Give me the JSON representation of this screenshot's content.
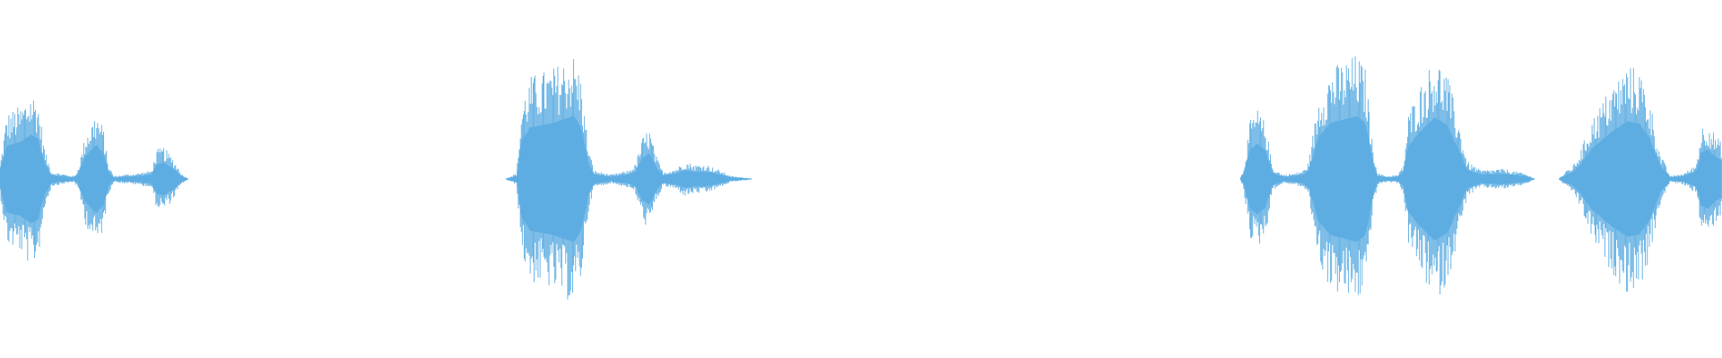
{
  "waveform": {
    "color": "#5dade2",
    "background": "#ffffff",
    "segments": [
      {
        "start": 0.0,
        "end": 0.11,
        "envelope": [
          [
            0.0,
            0.1
          ],
          [
            0.004,
            0.45
          ],
          [
            0.012,
            0.5
          ],
          [
            0.018,
            0.6
          ],
          [
            0.022,
            0.55
          ],
          [
            0.026,
            0.2
          ],
          [
            0.03,
            0.05
          ],
          [
            0.043,
            0.02
          ],
          [
            0.045,
            0.06
          ],
          [
            0.05,
            0.32
          ],
          [
            0.056,
            0.46
          ],
          [
            0.06,
            0.35
          ],
          [
            0.063,
            0.1
          ],
          [
            0.066,
            0.02
          ],
          [
            0.072,
            0.03
          ],
          [
            0.08,
            0.04
          ],
          [
            0.088,
            0.06
          ],
          [
            0.091,
            0.2
          ],
          [
            0.095,
            0.22
          ],
          [
            0.1,
            0.15
          ],
          [
            0.106,
            0.03
          ],
          [
            0.11,
            0.0
          ]
        ]
      },
      {
        "start": 0.293,
        "end": 0.44,
        "envelope": [
          [
            0.293,
            0.0
          ],
          [
            0.3,
            0.04
          ],
          [
            0.303,
            0.52
          ],
          [
            0.308,
            0.7
          ],
          [
            0.32,
            0.75
          ],
          [
            0.333,
            0.85
          ],
          [
            0.337,
            0.72
          ],
          [
            0.342,
            0.2
          ],
          [
            0.345,
            0.06
          ],
          [
            0.355,
            0.03
          ],
          [
            0.365,
            0.06
          ],
          [
            0.369,
            0.1
          ],
          [
            0.373,
            0.28
          ],
          [
            0.377,
            0.35
          ],
          [
            0.381,
            0.16
          ],
          [
            0.385,
            0.05
          ],
          [
            0.392,
            0.07
          ],
          [
            0.398,
            0.12
          ],
          [
            0.403,
            0.1
          ],
          [
            0.41,
            0.1
          ],
          [
            0.418,
            0.06
          ],
          [
            0.425,
            0.02
          ],
          [
            0.44,
            0.0
          ]
        ]
      },
      {
        "start": 0.72,
        "end": 1.0,
        "envelope": [
          [
            0.72,
            0.0
          ],
          [
            0.722,
            0.06
          ],
          [
            0.726,
            0.4
          ],
          [
            0.73,
            0.48
          ],
          [
            0.735,
            0.38
          ],
          [
            0.739,
            0.08
          ],
          [
            0.745,
            0.03
          ],
          [
            0.752,
            0.04
          ],
          [
            0.757,
            0.06
          ],
          [
            0.76,
            0.12
          ],
          [
            0.766,
            0.58
          ],
          [
            0.773,
            0.76
          ],
          [
            0.788,
            0.85
          ],
          [
            0.793,
            0.75
          ],
          [
            0.797,
            0.25
          ],
          [
            0.8,
            0.04
          ],
          [
            0.806,
            0.02
          ],
          [
            0.812,
            0.03
          ],
          [
            0.815,
            0.1
          ],
          [
            0.818,
            0.45
          ],
          [
            0.824,
            0.62
          ],
          [
            0.833,
            0.83
          ],
          [
            0.84,
            0.74
          ],
          [
            0.848,
            0.35
          ],
          [
            0.852,
            0.12
          ],
          [
            0.86,
            0.06
          ],
          [
            0.873,
            0.07
          ],
          [
            0.885,
            0.04
          ],
          [
            0.892,
            0.0
          ],
          [
            0.905,
            0.0
          ],
          [
            0.91,
            0.06
          ],
          [
            0.914,
            0.1
          ],
          [
            0.918,
            0.2
          ],
          [
            0.924,
            0.4
          ],
          [
            0.935,
            0.62
          ],
          [
            0.945,
            0.78
          ],
          [
            0.952,
            0.75
          ],
          [
            0.958,
            0.55
          ],
          [
            0.964,
            0.18
          ],
          [
            0.97,
            0.02
          ],
          [
            0.978,
            0.04
          ],
          [
            0.985,
            0.1
          ],
          [
            0.988,
            0.36
          ],
          [
            0.992,
            0.4
          ],
          [
            0.996,
            0.3
          ],
          [
            1.0,
            0.25
          ]
        ]
      }
    ]
  }
}
